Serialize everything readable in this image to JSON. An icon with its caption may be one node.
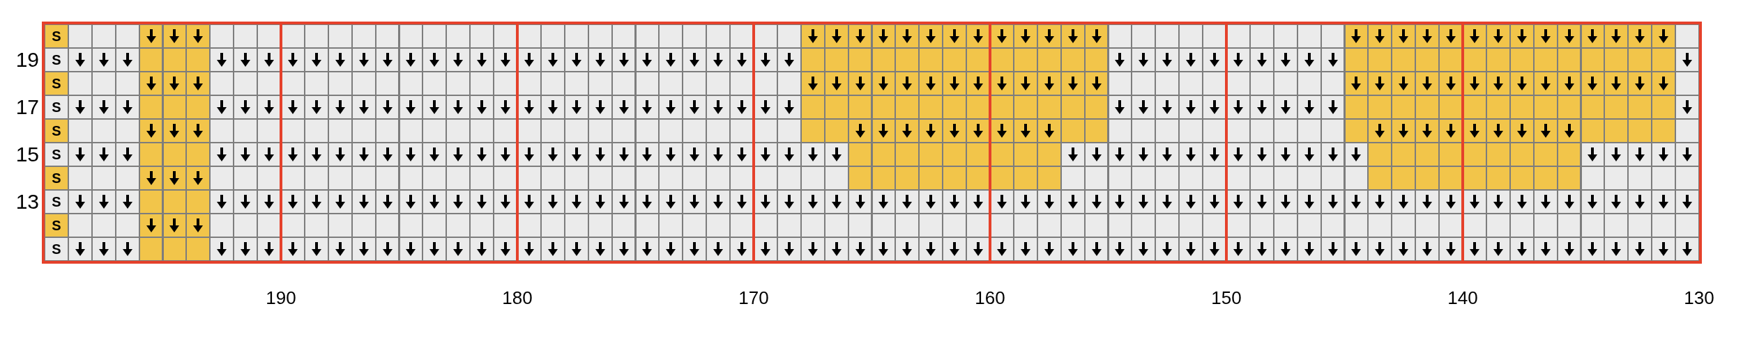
{
  "diagram": {
    "labels": [
      "S",
      "19",
      "S",
      "S",
      "17",
      "S",
      "S",
      "15",
      "S",
      "S",
      "13",
      "S",
      "S",
      "S",
      "190",
      "180",
      "170",
      "160",
      "150",
      "140",
      "130"
    ]
  }
}
